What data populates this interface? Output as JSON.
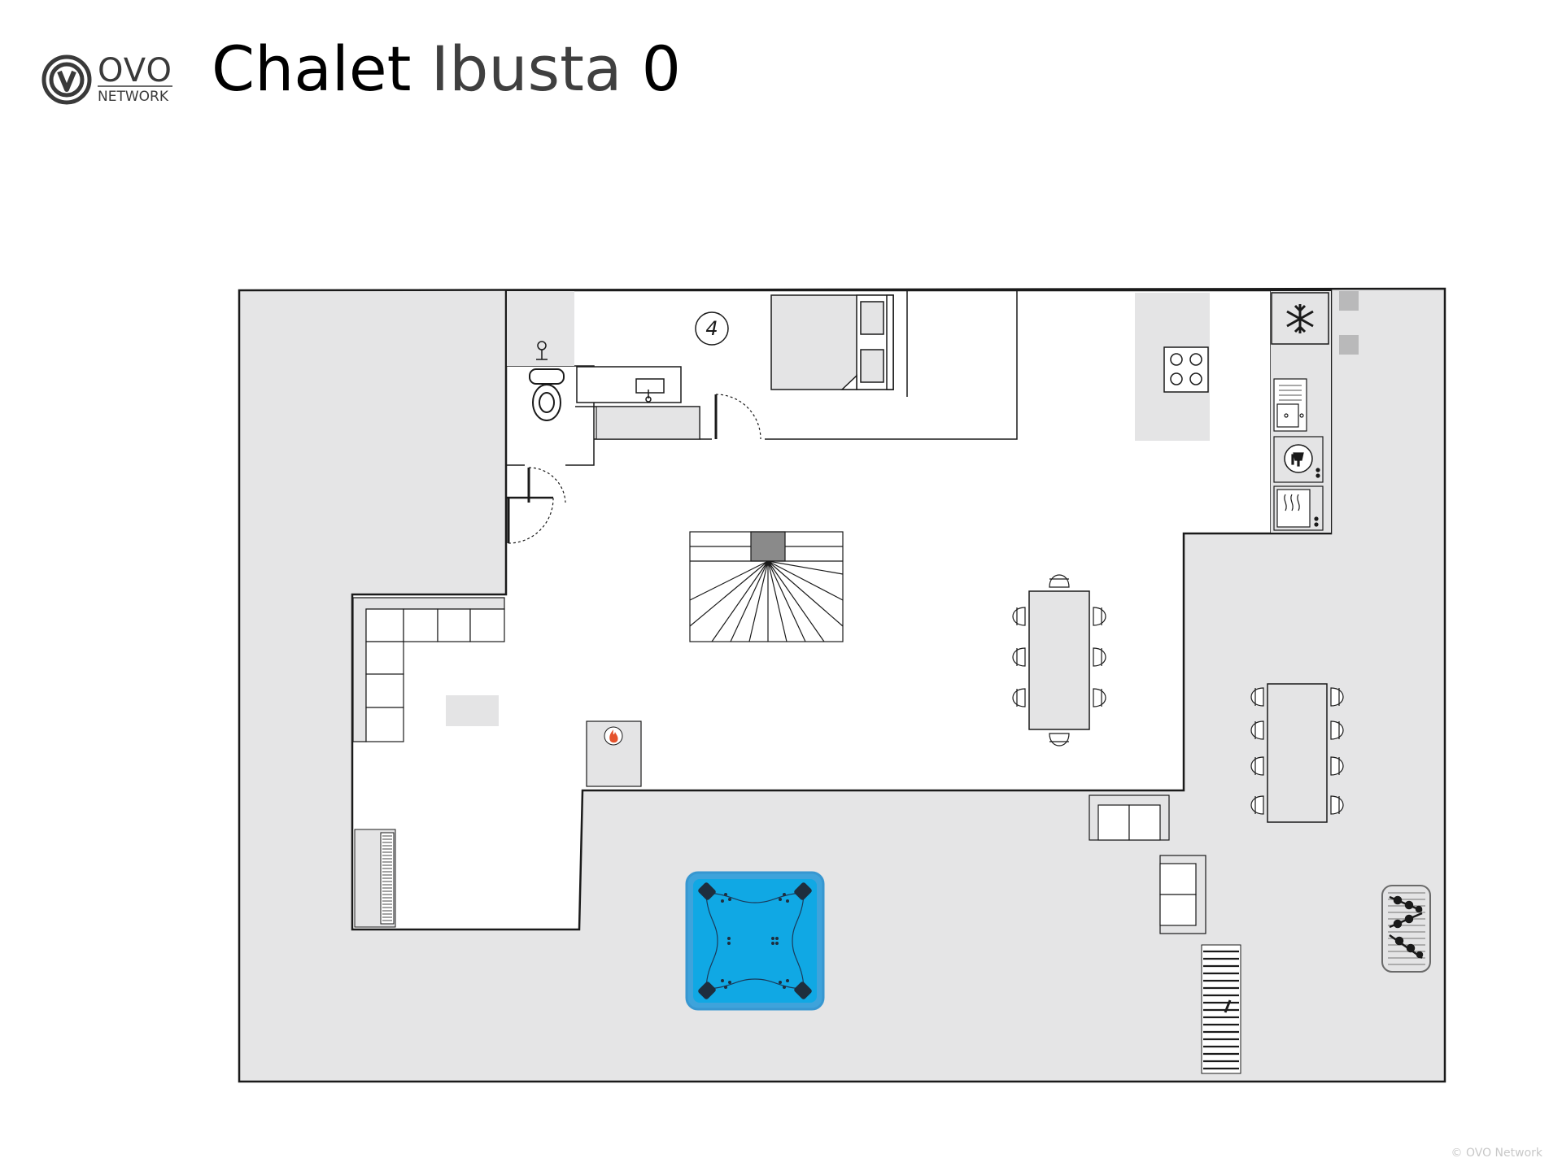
{
  "header": {
    "logo": {
      "brand": "OVO",
      "sub": "NETWORK",
      "icon": "ovo-logo-icon"
    },
    "title_part1": "Chalet",
    "title_part2": "Ibusta",
    "title_part3": "0"
  },
  "plan": {
    "room_number": "4",
    "icons": [
      "snowflake-icon",
      "fire-icon",
      "wine-glass-icon",
      "microwave-icon",
      "stove-icon",
      "sink-icon",
      "toilet-icon",
      "piano-icon",
      "hot-tub-icon",
      "bbq-icon"
    ],
    "colors": {
      "outdoor": "#e5e5e6",
      "indoor": "#ffffff",
      "wall": "#1a1a1a",
      "furniture": "#e4e4e5",
      "pool": "#10a8e4",
      "pool_edge": "#3ea3db"
    }
  },
  "footer": {
    "copyright": "© OVO Network"
  }
}
